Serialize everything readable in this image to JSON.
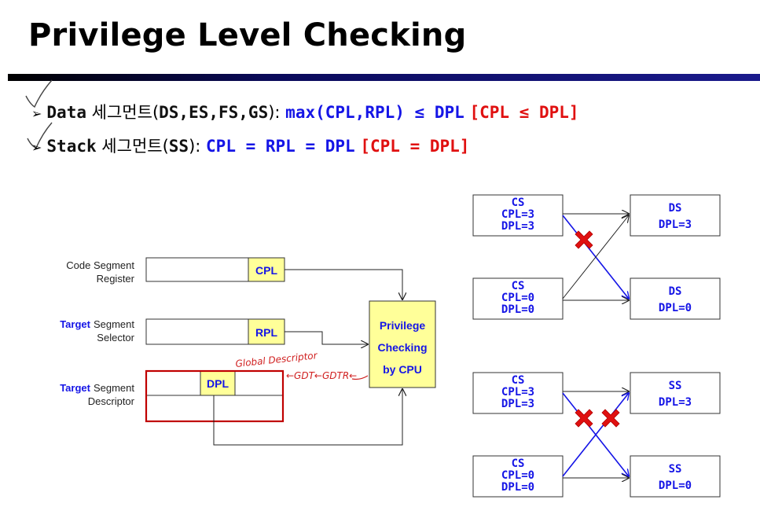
{
  "title": "Privilege Level Checking",
  "bullets": [
    {
      "mark": "➢",
      "keyword": "Data",
      "korean": " 세그먼트(",
      "segs": "DS,ES,FS,GS",
      "close": "): ",
      "rule": "max(CPL,RPL) ≤ DPL",
      "bracket": "[CPL ≤ DPL]"
    },
    {
      "mark": "➢",
      "keyword": "Stack",
      "korean": " 세그먼트(",
      "segs": "SS",
      "close": "): ",
      "rule": "CPL = RPL = DPL",
      "bracket": "[CPL = DPL]"
    }
  ],
  "left_diagram": {
    "rows": [
      {
        "label_line1": "Code Segment",
        "label_line1_prefix": "",
        "label_line2": "Register",
        "field": "CPL"
      },
      {
        "label_line1": "Segment",
        "label_line1_prefix": "Target",
        "label_line2": "Selector",
        "field": "RPL"
      },
      {
        "label_line1": "Segment",
        "label_line1_prefix": "Target",
        "label_line2": "Descriptor",
        "field": "DPL"
      }
    ],
    "checker": [
      "Privilege",
      "Checking",
      "by CPU"
    ],
    "annotation_line1": "Global Descriptor",
    "annotation_line2": "←GDT←GDTR←"
  },
  "right_diagram": {
    "groups": [
      {
        "sources": [
          {
            "name": "CS",
            "cpl": "CPL=3",
            "dpl": "DPL=3"
          },
          {
            "name": "CS",
            "cpl": "CPL=0",
            "dpl": "DPL=0"
          }
        ],
        "targets": [
          {
            "name": "DS",
            "dpl": "DPL=3"
          },
          {
            "name": "DS",
            "dpl": "DPL=0"
          }
        ]
      },
      {
        "sources": [
          {
            "name": "CS",
            "cpl": "CPL=3",
            "dpl": "DPL=3"
          },
          {
            "name": "CS",
            "cpl": "CPL=0",
            "dpl": "DPL=0"
          }
        ],
        "targets": [
          {
            "name": "SS",
            "dpl": "DPL=3"
          },
          {
            "name": "SS",
            "dpl": "DPL=0"
          }
        ]
      }
    ]
  },
  "colors": {
    "blue": "#1515e6",
    "red": "#e01010",
    "field_fill": "#ffff99",
    "descriptor_border": "#c00000"
  }
}
